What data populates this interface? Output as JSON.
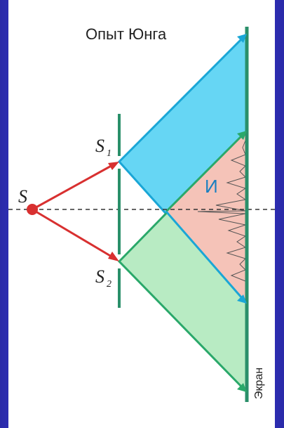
{
  "diagram": {
    "title": "Опыт Юнга",
    "source_label": "S",
    "slit1_label": "S",
    "slit1_sub": "1",
    "slit2_label": "S",
    "slit2_sub": "2",
    "interference_label": "И",
    "screen_label": "Экран"
  },
  "colors": {
    "background": "#3a3ae0",
    "cyan_fill": "#66d6f4",
    "cyan_line": "#1aa6d6",
    "green_fill": "#b8ebc3",
    "green_line": "#2aa86a",
    "pink_fill": "#f5c3b8",
    "red_ray": "#d83030",
    "barrier": "#2a8f6a",
    "axis": "#333333"
  }
}
